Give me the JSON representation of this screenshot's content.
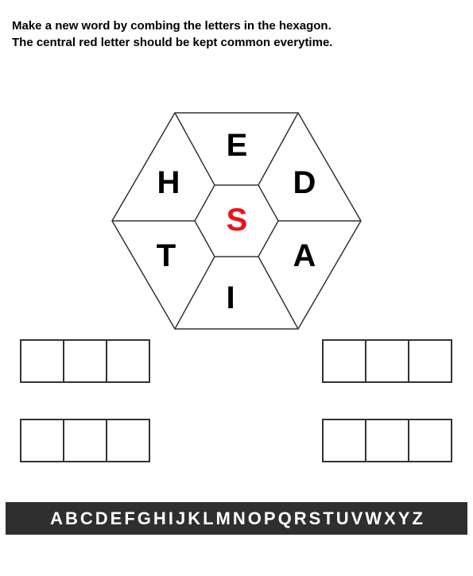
{
  "instructions": {
    "line1": "Make a new word by combing the letters in the hexagon.",
    "line2": "The central red letter should be kept common everytime."
  },
  "hexagon": {
    "center_letter": "S",
    "center_color": "#e8141b",
    "outer_letters": {
      "top": "E",
      "upper_right": "D",
      "lower_right": "A",
      "bottom": "I",
      "lower_left": "T",
      "upper_left": "H"
    }
  },
  "answer_boxes": {
    "rows": 4,
    "cells_per_row": 3
  },
  "alphabet": [
    "A",
    "B",
    "C",
    "D",
    "E",
    "F",
    "G",
    "H",
    "I",
    "J",
    "K",
    "L",
    "M",
    "N",
    "O",
    "P",
    "Q",
    "R",
    "S",
    "T",
    "U",
    "V",
    "W",
    "X",
    "Y",
    "Z"
  ],
  "colors": {
    "alphabet_bar_bg": "#2f2f2f",
    "alphabet_letter": "#ffffff",
    "outline": "#333333"
  }
}
